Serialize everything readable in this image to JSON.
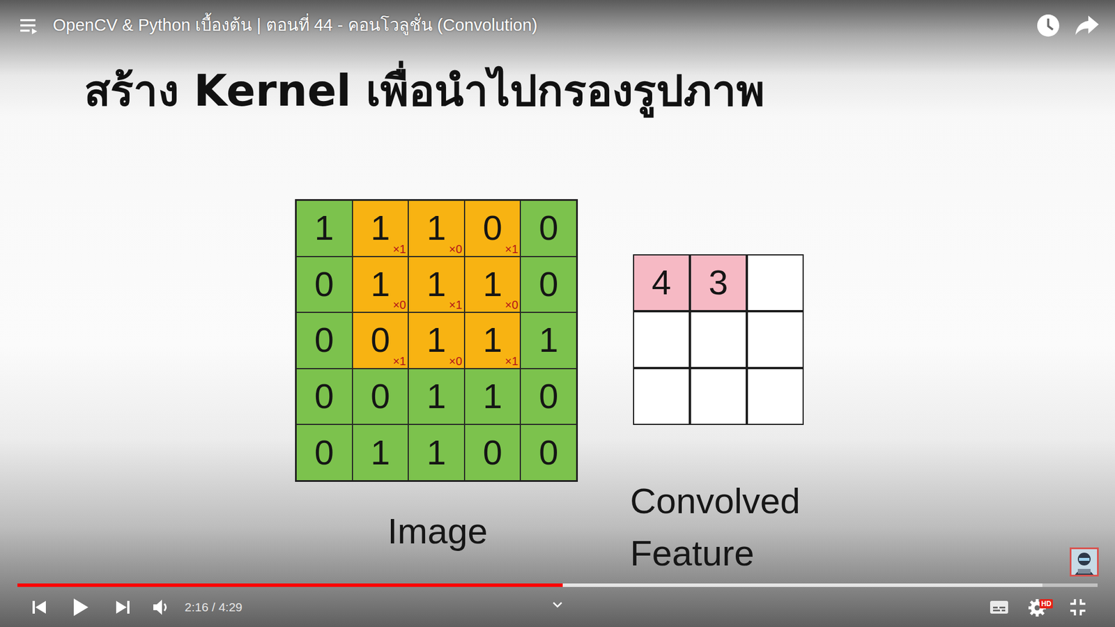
{
  "diagram": {
    "title": "สร้าง Kernel เพื่อนำไปกรองรูปภาพ",
    "nodes": [
      {
        "text": [
          "Image"
        ]
      },
      {
        "text": [
          "1"
        ],
        "in": 0
      },
      {
        "text": [
          "1",
          "×1"
        ],
        "in": 0
      },
      {
        "text": [
          "1",
          "×0"
        ],
        "in": 0
      },
      {
        "text": [
          "0",
          "×1"
        ],
        "in": 0
      },
      {
        "text": [
          "0"
        ],
        "in": 0
      },
      {
        "text": [
          "0"
        ],
        "in": 0
      },
      {
        "text": [
          "1",
          "×0"
        ],
        "in": 0
      },
      {
        "text": [
          "1",
          "×1"
        ],
        "in": 0
      },
      {
        "text": [
          "1",
          "×0"
        ],
        "in": 0
      },
      {
        "text": [
          "0"
        ],
        "in": 0
      },
      {
        "text": [
          "0"
        ],
        "in": 0
      },
      {
        "text": [
          "0",
          "×1"
        ],
        "in": 0
      },
      {
        "text": [
          "1",
          "×0"
        ],
        "in": 0
      },
      {
        "text": [
          "1",
          "×1"
        ],
        "in": 0
      },
      {
        "text": [
          "1"
        ],
        "in": 0
      },
      {
        "text": [
          "0"
        ],
        "in": 0
      },
      {
        "text": [
          "0"
        ],
        "in": 0
      },
      {
        "text": [
          "1"
        ],
        "in": 0
      },
      {
        "text": [
          "1"
        ],
        "in": 0
      },
      {
        "text": [
          "0"
        ],
        "in": 0
      },
      {
        "text": [
          "0"
        ],
        "in": 0
      },
      {
        "text": [
          "1"
        ],
        "in": 0
      },
      {
        "text": [
          "1"
        ],
        "in": 0
      },
      {
        "text": [
          "0"
        ],
        "in": 0
      },
      {
        "text": [
          "0"
        ],
        "in": 0
      },
      {
        "text": [
          "Convolved Feature"
        ]
      },
      {
        "text": [
          "4"
        ],
        "in": 26
      },
      {
        "text": [
          "3"
        ],
        "in": 26
      }
    ],
    "labels": [
      "OpenCV & Python เบื้องต้น | ตอนที่ 44 - คอนโวลูชั่น (Convolution)",
      "2:16 / 4:29",
      "HD"
    ]
  }
}
